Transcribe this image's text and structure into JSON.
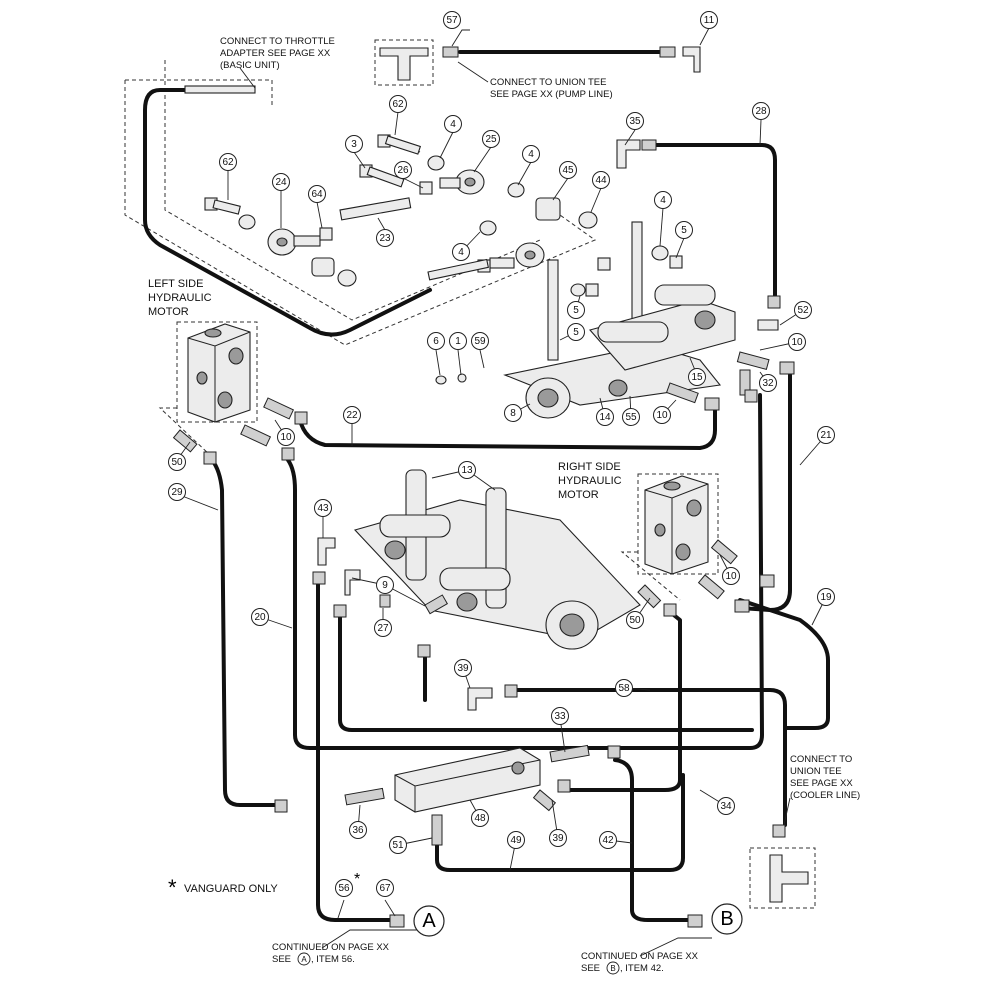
{
  "notes": {
    "throttle": [
      "CONNECT TO THROTTLE",
      "ADAPTER SEE PAGE XX",
      "(BASIC UNIT)"
    ],
    "pump_tee": [
      "CONNECT TO UNION TEE",
      "SEE PAGE XX (PUMP LINE)"
    ],
    "left_motor": [
      "LEFT SIDE",
      "HYDRAULIC",
      "MOTOR"
    ],
    "right_motor": [
      "RIGHT SIDE",
      "HYDRAULIC",
      "MOTOR"
    ],
    "cooler_tee": [
      "CONNECT TO",
      "UNION TEE",
      "SEE PAGE XX",
      "(COOLER LINE)"
    ],
    "vanguard": "VANGUARD ONLY",
    "vanguard_star": "*",
    "continued_a": [
      "CONTINUED ON PAGE XX",
      "SEE",
      "A",
      ", ITEM 56."
    ],
    "continued_b": [
      "CONTINUED ON PAGE XX",
      "SEE",
      "B",
      ", ITEM 42."
    ]
  },
  "connectors": {
    "a": "A",
    "b": "B"
  },
  "callouts": [
    {
      "label": "57"
    },
    {
      "label": "11"
    },
    {
      "label": "62"
    },
    {
      "label": "4"
    },
    {
      "label": "25"
    },
    {
      "label": "3"
    },
    {
      "label": "26"
    },
    {
      "label": "35"
    },
    {
      "label": "28"
    },
    {
      "label": "4"
    },
    {
      "label": "45"
    },
    {
      "label": "44"
    },
    {
      "label": "62"
    },
    {
      "label": "24"
    },
    {
      "label": "64"
    },
    {
      "label": "23"
    },
    {
      "label": "4"
    },
    {
      "label": "4"
    },
    {
      "label": "5"
    },
    {
      "label": "5"
    },
    {
      "label": "5"
    },
    {
      "label": "52"
    },
    {
      "label": "6"
    },
    {
      "label": "1"
    },
    {
      "label": "59"
    },
    {
      "label": "10"
    },
    {
      "label": "15"
    },
    {
      "label": "32"
    },
    {
      "label": "8"
    },
    {
      "label": "14"
    },
    {
      "label": "55"
    },
    {
      "label": "10"
    },
    {
      "label": "22"
    },
    {
      "label": "10"
    },
    {
      "label": "21"
    },
    {
      "label": "50"
    },
    {
      "label": "29"
    },
    {
      "label": "13"
    },
    {
      "label": "43"
    },
    {
      "label": "9"
    },
    {
      "label": "27"
    },
    {
      "label": "10"
    },
    {
      "label": "19"
    },
    {
      "label": "20"
    },
    {
      "label": "50"
    },
    {
      "label": "39"
    },
    {
      "label": "58"
    },
    {
      "label": "33"
    },
    {
      "label": "36"
    },
    {
      "label": "48"
    },
    {
      "label": "39"
    },
    {
      "label": "34"
    },
    {
      "label": "51"
    },
    {
      "label": "49"
    },
    {
      "label": "42"
    },
    {
      "label": "56"
    },
    {
      "label": "67"
    }
  ]
}
